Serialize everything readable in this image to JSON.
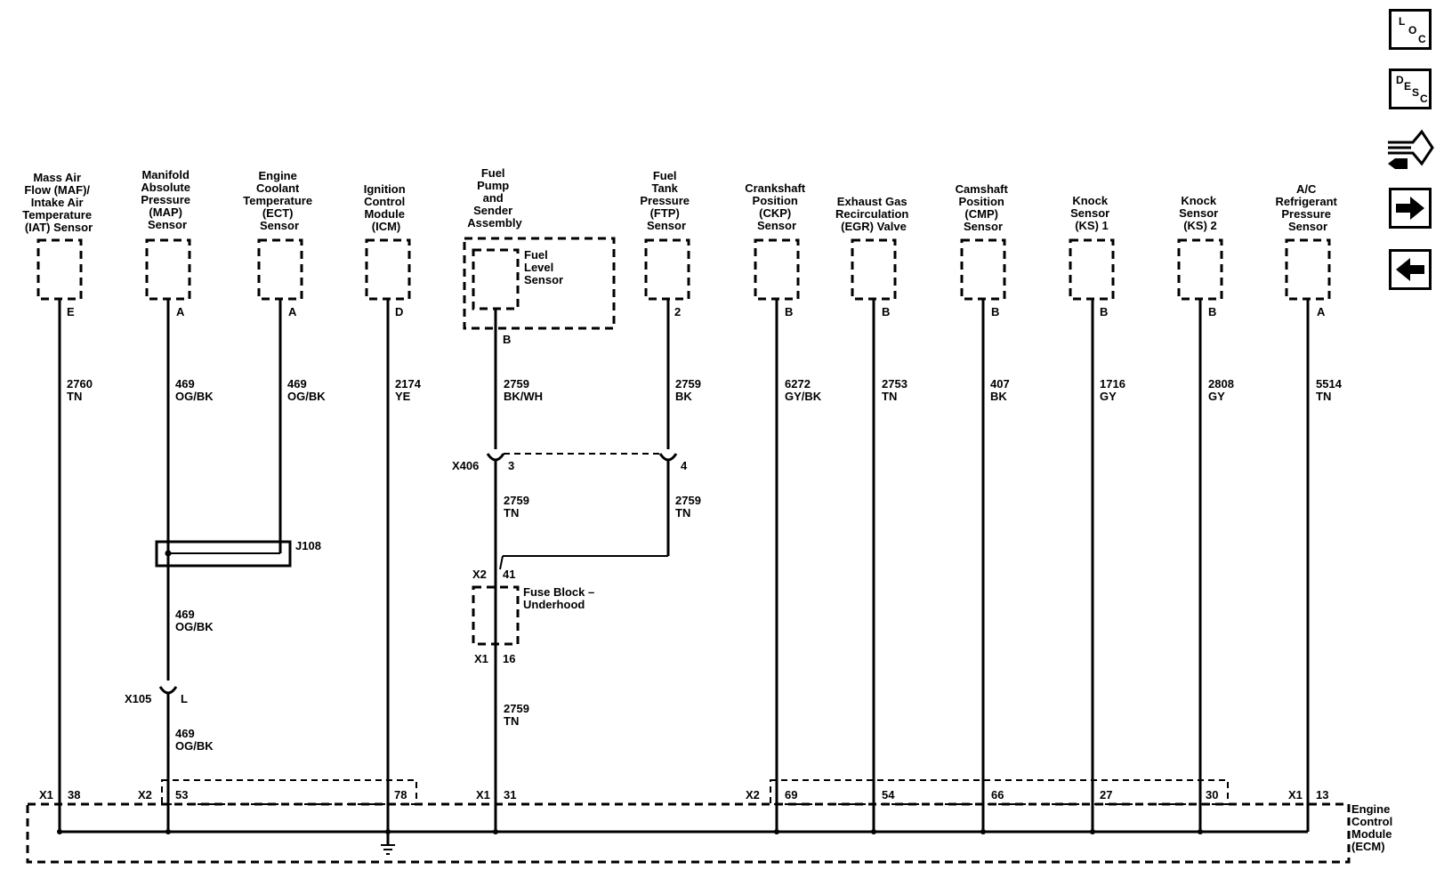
{
  "components": [
    {
      "id": "maf",
      "label": [
        "Mass Air",
        "Flow (MAF)/",
        "Intake Air",
        "Temperature",
        "(IAT) Sensor"
      ],
      "pin": "E",
      "circuit": "2760",
      "color": "TN",
      "ecm_pin": "38"
    },
    {
      "id": "map",
      "label": [
        "Manifold",
        "Absolute",
        "Pressure",
        "(MAP)",
        "Sensor"
      ],
      "pin": "A",
      "circuit": "469",
      "color": "OG/BK",
      "ecm_pin": "53"
    },
    {
      "id": "ect",
      "label": [
        "Engine",
        "Coolant",
        "Temperature",
        "(ECT)",
        "Sensor"
      ],
      "pin": "A",
      "circuit": "469",
      "color": "OG/BK"
    },
    {
      "id": "icm",
      "label": [
        "Ignition",
        "Control",
        "Module",
        "(ICM)"
      ],
      "pin": "D",
      "circuit": "2174",
      "color": "YE",
      "ecm_pin": "78"
    },
    {
      "id": "fuelpump",
      "label": [
        "Fuel",
        "Pump",
        "and",
        "Sender",
        "Assembly"
      ],
      "inner_label": [
        "Fuel",
        "Level",
        "Sensor"
      ],
      "pin": "B",
      "circuit": "2759",
      "color": "BK/WH",
      "ecm_pin": "31"
    },
    {
      "id": "ftp",
      "label": [
        "Fuel",
        "Tank",
        "Pressure",
        "(FTP)",
        "Sensor"
      ],
      "pin": "2",
      "circuit": "2759",
      "color": "BK"
    },
    {
      "id": "ckp",
      "label": [
        "Crankshaft",
        "Position",
        "(CKP)",
        "Sensor"
      ],
      "pin": "B",
      "circuit": "6272",
      "color": "GY/BK",
      "ecm_pin": "69"
    },
    {
      "id": "egr",
      "label": [
        "Exhaust Gas",
        "Recirculation",
        "(EGR) Valve"
      ],
      "pin": "B",
      "circuit": "2753",
      "color": "TN",
      "ecm_pin": "54"
    },
    {
      "id": "cmp",
      "label": [
        "Camshaft",
        "Position",
        "(CMP)",
        "Sensor"
      ],
      "pin": "B",
      "circuit": "407",
      "color": "BK",
      "ecm_pin": "66"
    },
    {
      "id": "ks1",
      "label": [
        "Knock",
        "Sensor",
        "(KS) 1"
      ],
      "pin": "B",
      "circuit": "1716",
      "color": "GY",
      "ecm_pin": "27"
    },
    {
      "id": "ks2",
      "label": [
        "Knock",
        "Sensor",
        "(KS) 2"
      ],
      "pin": "B",
      "circuit": "2808",
      "color": "GY",
      "ecm_pin": "30"
    },
    {
      "id": "ac",
      "label": [
        "A/C",
        "Refrigerant",
        "Pressure",
        "Sensor"
      ],
      "pin": "A",
      "circuit": "5514",
      "color": "TN",
      "ecm_pin": "13"
    }
  ],
  "splice": {
    "name": "J108"
  },
  "map_lower_wire": {
    "circuit": "469",
    "color": "OG/BK"
  },
  "connector_x105": {
    "name": "X105",
    "pin": "L",
    "circuit": "469",
    "color": "OG/BK"
  },
  "connector_x406": {
    "name": "X406",
    "pin_left": "3",
    "pin_right": "4",
    "circuit_left": "2759",
    "color_left": "TN",
    "circuit_right": "2759",
    "color_right": "TN"
  },
  "fuse_block": {
    "label": [
      "Fuse Block –",
      "Underhood"
    ],
    "top_conn": "X2",
    "top_pin": "41",
    "bottom_conn": "X1",
    "bottom_pin": "16",
    "circuit_out": "2759",
    "color_out": "TN"
  },
  "ecm": {
    "label": [
      "Engine",
      "Control",
      "Module",
      "(ECM)"
    ],
    "connectors": [
      "X1",
      "X2",
      "X1",
      "X2",
      "X1"
    ]
  },
  "nav": [
    {
      "name": "loc-button",
      "letters": [
        "L",
        "O",
        "C"
      ]
    },
    {
      "name": "desc-button",
      "letters": [
        "D",
        "E",
        "S",
        "C"
      ]
    },
    {
      "name": "connector-icon-button"
    },
    {
      "name": "next-arrow-button"
    },
    {
      "name": "prev-arrow-button"
    }
  ]
}
